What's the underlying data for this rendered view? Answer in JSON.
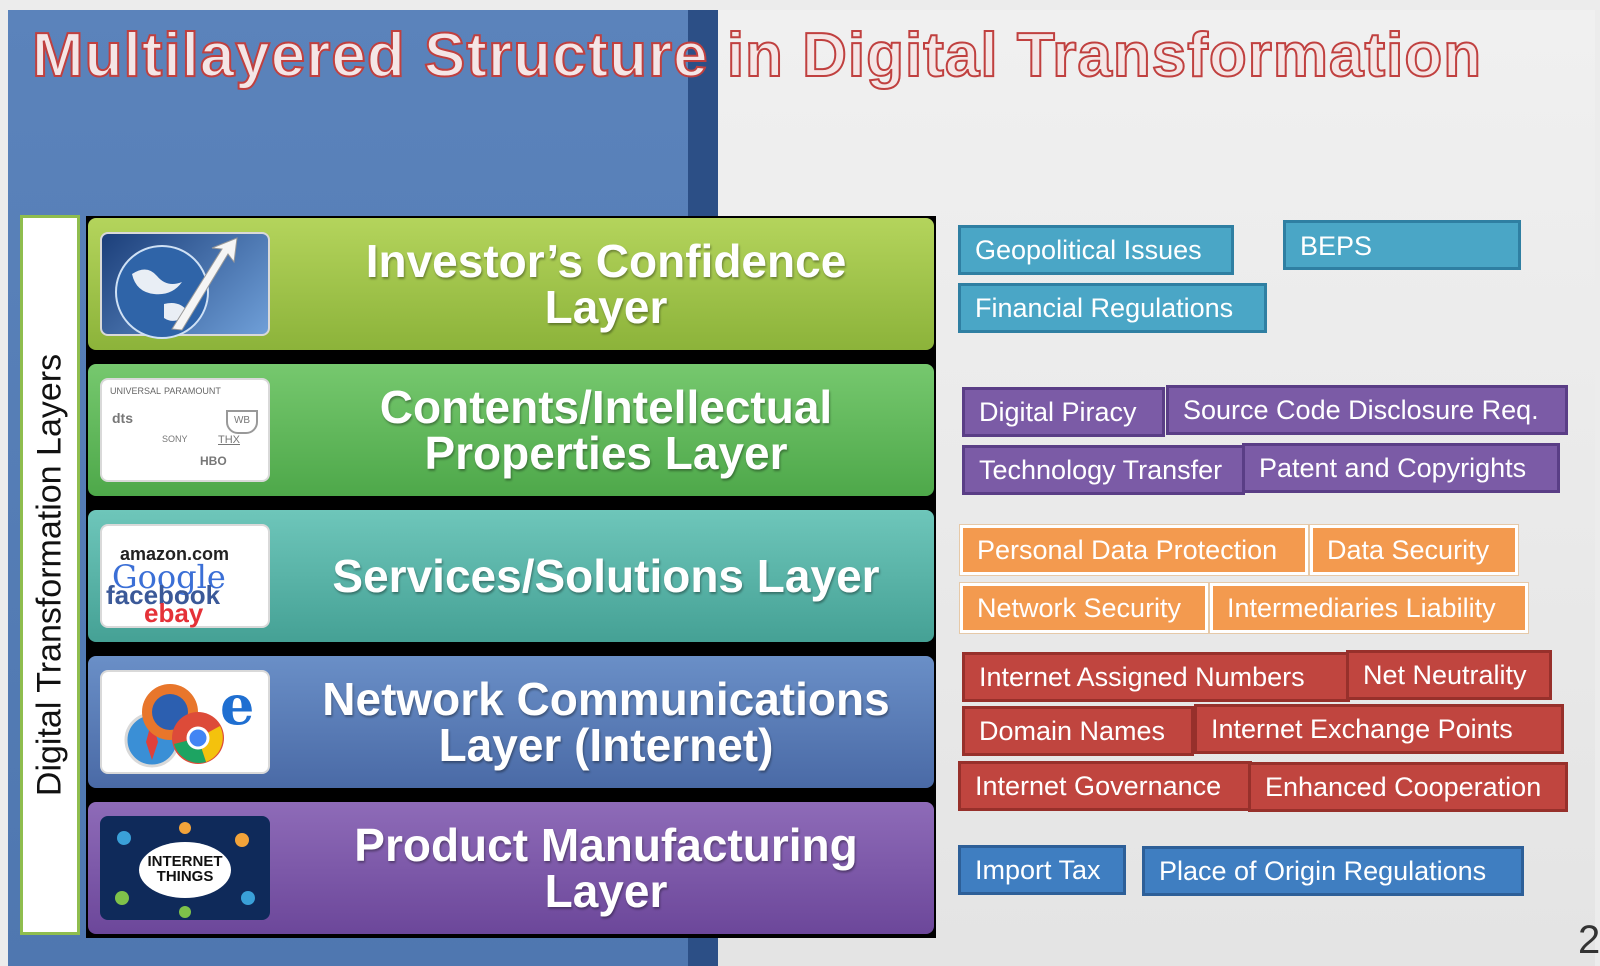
{
  "title": "Multilayered Structure in Digital Transformation",
  "side_label": "Digital Transformation Layers",
  "layers": [
    {
      "name_line1": "Investor’s Confidence",
      "name_line2": "Layer",
      "icon": "globe-arrow-icon"
    },
    {
      "name_line1": "Contents/Intellectual",
      "name_line2": "Properties Layer",
      "icon": "media-brands-icon",
      "thumb_text": [
        "UNIVERSAL",
        "PARAMOUNT",
        "dts",
        "SONY",
        "THX",
        "HBO",
        "WB"
      ]
    },
    {
      "name_line1": "Services/Solutions Layer",
      "name_line2": "",
      "icon": "web-services-logos-icon",
      "thumb_text": [
        "amazon.com",
        "Google",
        "facebook",
        "ebay"
      ]
    },
    {
      "name_line1": "Network Communications",
      "name_line2": "Layer (Internet)",
      "icon": "browsers-icon"
    },
    {
      "name_line1": "Product Manufacturing",
      "name_line2": "Layer",
      "icon": "internet-of-things-icon",
      "thumb_text": [
        "INTERNET",
        "THINGS"
      ]
    }
  ],
  "issues": {
    "investor": [
      "Geopolitical Issues",
      "BEPS",
      "Financial Regulations"
    ],
    "contents": [
      "Digital Piracy",
      "Source Code Disclosure  Req.",
      "Technology Transfer",
      "Patent and Copyrights"
    ],
    "services": [
      "Personal Data Protection",
      "Data Security",
      "Network Security",
      "Intermediaries Liability"
    ],
    "network": [
      "Internet  Assigned Numbers",
      "Net Neutrality",
      "Domain Names",
      "Internet Exchange Points",
      "Internet Governance",
      "Enhanced Cooperation"
    ],
    "product": [
      "Import Tax",
      "Place of Origin Regulations"
    ]
  },
  "colors": {
    "investor": "#9cc043",
    "contents": "#5fb85b",
    "services": "#55b0a4",
    "network": "#5373ad",
    "product": "#7b56a6"
  },
  "page_number": "2"
}
